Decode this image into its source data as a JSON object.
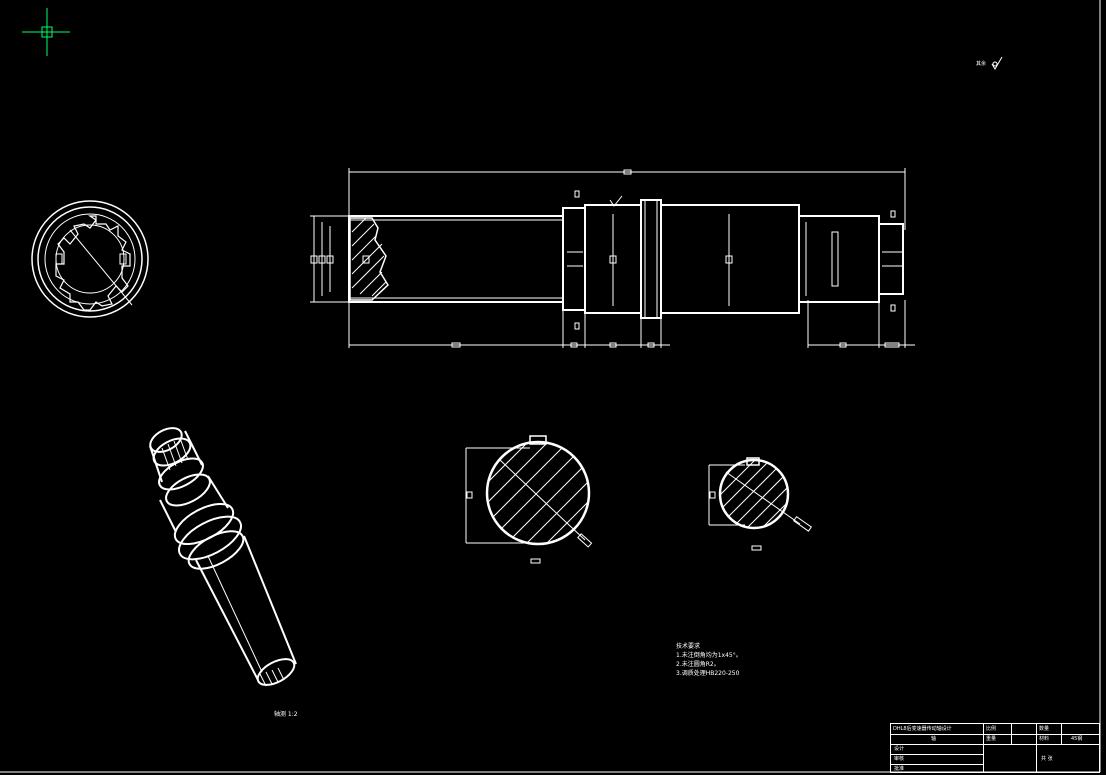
{
  "colors": {
    "background": "#000000",
    "linework": "#ffffff",
    "crosshair": "#00ff66"
  },
  "cursor": {
    "icon": "crosshair-icon"
  },
  "roughness_note": "其余",
  "detail_label": "轴测 1:2",
  "technical_requirements": {
    "heading": "技术要求",
    "items": [
      "1.未注倒角均为1x45°。",
      "2.未注圆角R2。",
      "3.调质处理HB220-250"
    ]
  },
  "title_block": {
    "title": "DHL8后变速器传动轴设计",
    "subtitle": "轴",
    "scale_label": "比例",
    "count_label": "数量",
    "material_label": "材料",
    "material_value": "45钢",
    "designer_label": "设计",
    "checker_label": "审核",
    "approver_label": "批准",
    "weight_label": "重量",
    "sheet_label": "共 张"
  }
}
